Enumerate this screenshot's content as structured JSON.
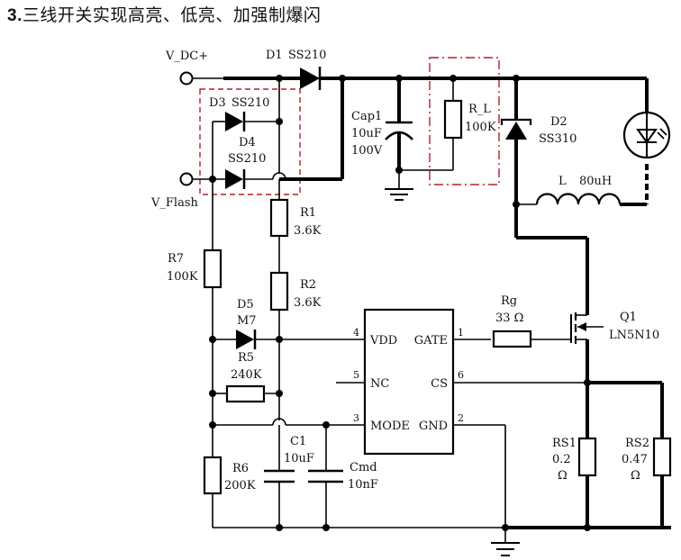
{
  "title": {
    "number": "3.",
    "text": "三线开关实现高亮、低亮、加强制爆闪"
  },
  "terminals": {
    "vdc": "V_DC+",
    "vflash": "V_Flash"
  },
  "components": {
    "d1": {
      "ref": "D1",
      "value": "SS210"
    },
    "d3": {
      "ref": "D3",
      "value": "SS210"
    },
    "d4": {
      "ref": "D4",
      "value": "SS210"
    },
    "d2": {
      "ref": "D2",
      "value": "SS310"
    },
    "d5": {
      "ref": "D5",
      "value": "M7"
    },
    "cap1": {
      "ref": "Cap1",
      "value": "10uF",
      "voltage": "100V"
    },
    "rl": {
      "ref": "R_L",
      "value": "100K"
    },
    "l": {
      "ref": "L",
      "value": "80uH"
    },
    "r1": {
      "ref": "R1",
      "value": "3.6K"
    },
    "r2": {
      "ref": "R2",
      "value": "3.6K"
    },
    "r7": {
      "ref": "R7",
      "value": "100K"
    },
    "r5": {
      "ref": "R5",
      "value": "240K"
    },
    "r6": {
      "ref": "R6",
      "value": "200K"
    },
    "c1": {
      "ref": "C1",
      "value": "10uF"
    },
    "cmd": {
      "ref": "Cmd",
      "value": "10nF"
    },
    "rg": {
      "ref": "Rg",
      "value": "33 Ω"
    },
    "q1": {
      "ref": "Q1",
      "value": "LN5N10"
    },
    "rs1": {
      "ref": "RS1",
      "value": "0.2",
      "unit": "Ω"
    },
    "rs2": {
      "ref": "RS2",
      "value": "0.47",
      "unit": "Ω"
    }
  },
  "ic": {
    "pins": [
      {
        "num": "4",
        "name": "VDD"
      },
      {
        "num": "5",
        "name": "NC"
      },
      {
        "num": "3",
        "name": "MODE"
      },
      {
        "num": "1",
        "name": "GATE"
      },
      {
        "num": "6",
        "name": "CS"
      },
      {
        "num": "2",
        "name": "GND"
      }
    ]
  }
}
